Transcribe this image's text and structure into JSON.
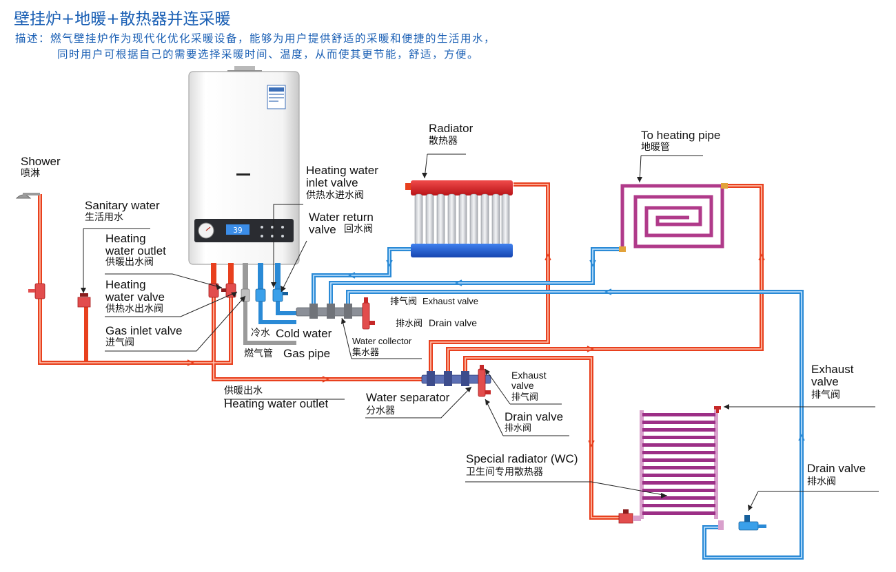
{
  "title": "壁挂炉+地暖+散热器并连采暖",
  "description": {
    "line1": "描述：燃气壁挂炉作为现代化优化采暖设备，能够为用户提供舒适的采暖和便捷的生活用水，",
    "line2": "同时用户可根据自己的需要选择采暖时间、温度，从而使其更节能，舒适，方便。"
  },
  "boiler": {
    "display": "39"
  },
  "labels": {
    "shower": {
      "en": "Shower",
      "zh": "喷淋"
    },
    "sanitary_water": {
      "en": "Sanitary water",
      "zh": "生活用水"
    },
    "heating_water_outlet_valve": {
      "en1": "Heating",
      "en2": "water outlet",
      "zh": "供暖出水阀"
    },
    "heating_water_valve": {
      "en1": "Heating",
      "en2": "water valve",
      "zh": "供热水出水阀"
    },
    "gas_inlet_valve": {
      "en": "Gas inlet valve",
      "zh": "进气阀"
    },
    "heating_water_inlet_valve": {
      "en1": "Heating water",
      "en2": "inlet valve",
      "zh": "供热水进水阀"
    },
    "water_return_valve": {
      "en1": "Water return",
      "en2": "valve",
      "zh": "回水阀"
    },
    "radiator": {
      "en": "Radiator",
      "zh": "散热器"
    },
    "to_heating_pipe": {
      "en": "To heating pipe",
      "zh": "地暖管"
    },
    "collector_exhaust_valve": {
      "zh": "排气阀",
      "en": "Exhaust valve"
    },
    "collector_drain_valve": {
      "zh": "排水阀",
      "en": "Drain valve"
    },
    "cold_water": {
      "zh": "冷水",
      "en": "Cold water"
    },
    "gas_pipe": {
      "zh": "燃气管",
      "en": "Gas pipe"
    },
    "water_collector": {
      "en": "Water collector",
      "zh": "集水器"
    },
    "heating_water_outlet": {
      "zh": "供暖出水",
      "en": "Heating water outlet"
    },
    "water_separator": {
      "en": "Water separator",
      "zh": "分水器"
    },
    "separator_exhaust_valve": {
      "en1": "Exhaust",
      "en2": "valve",
      "zh": "排气阀"
    },
    "separator_drain_valve": {
      "en": "Drain valve",
      "zh": "排水阀"
    },
    "special_radiator": {
      "en": "Special radiator (WC)",
      "zh": "卫生间专用散热器"
    },
    "wc_exhaust_valve": {
      "en1": "Exhaust",
      "en2": "valve",
      "zh": "排气阀"
    },
    "wc_drain_valve": {
      "en": "Drain valve",
      "zh": "排水阀"
    }
  },
  "colors": {
    "hot_pipe": "#e8401e",
    "cold_pipe": "#2a8ad6",
    "gas_pipe": "#9a9a9a",
    "floor_pipe": "#b03a8a",
    "accent_text": "#1a5fb4",
    "radiator_top": "#e0242b",
    "radiator_bottom": "#1f5fd6"
  }
}
